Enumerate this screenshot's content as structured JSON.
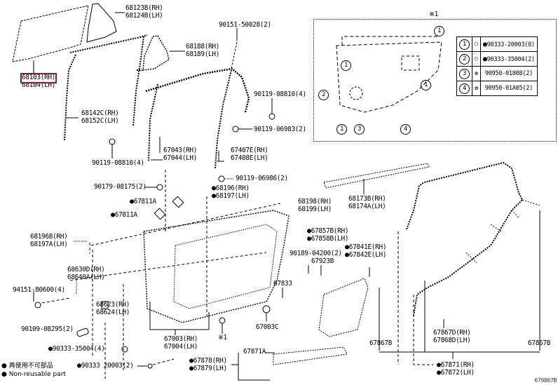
{
  "diagram": {
    "title": "Rear Door Glass, Weatherstrip & Panel Parts",
    "inset_marker": "※1",
    "highlighted_part": "68103(RH)",
    "reference_code": "679807B",
    "labels": {
      "p68123": [
        "68123B(RH)",
        "68124B(LH)"
      ],
      "p68103": [
        "68103(RH)",
        "68104(LH)"
      ],
      "p68142": [
        "68142C(RH)",
        "68152C(LH)"
      ],
      "p68188": [
        "68188(RH)",
        "68189(LH)"
      ],
      "p90151": [
        "90151-50028(2)"
      ],
      "p90119a": [
        "90119-08810(4)"
      ],
      "p90119b": [
        "90119-06983(2)"
      ],
      "p90119c": [
        "90119-08810(4)"
      ],
      "p67043": [
        "67043(RH)",
        "67044(LH)"
      ],
      "p67407": [
        "67407E(RH)",
        "67408E(LH)"
      ],
      "p90179": [
        "90179-08175(2)"
      ],
      "p90119d": [
        "90119-06986(2)"
      ],
      "p68196": [
        "68196(RH)",
        "68197(LH)"
      ],
      "p67811a": [
        "67811A"
      ],
      "p67811b": [
        "67811A"
      ],
      "p68198": [
        "68198(RH)",
        "68199(LH)"
      ],
      "p68173": [
        "68173B(RH)",
        "68174A(LH)"
      ],
      "p68196b": [
        "68196B(RH)",
        "68197A(LH)"
      ],
      "p67857": [
        "67857B(RH)",
        "67858B(LH)"
      ],
      "p90189": [
        "90189-04200(2)"
      ],
      "p67923": [
        "67923B"
      ],
      "p67841": [
        "67841E(RH)",
        "67842E(LH)"
      ],
      "p68630": [
        "68630D(RH)",
        "68640A(LH)"
      ],
      "p94151": [
        "94151-80600(4)"
      ],
      "p68623": [
        "68623(RH)",
        "68624(LH)"
      ],
      "p67833": [
        "67833"
      ],
      "p90109": [
        "90109-08295(2)"
      ],
      "p67003c": [
        "67003C"
      ],
      "p90333a": [
        "90333-35004(4)"
      ],
      "p67003": [
        "67003(RH)",
        "67004(LH)"
      ],
      "p90333b": [
        "90333 20003(2)"
      ],
      "pNote1": [
        "※1"
      ],
      "p67871a": [
        "67871A"
      ],
      "p67878": [
        "67878(RH)",
        "67879(LH)"
      ],
      "p67867l": [
        "67867B"
      ],
      "p67867d": [
        "67867D(RH)",
        "67868D(LH)"
      ],
      "p67867r": [
        "67867B"
      ],
      "p67871": [
        "67871(RH)",
        "67872(LH)"
      ]
    },
    "dotted_labels": [
      "p68196",
      "p67811a",
      "p67811b",
      "p67857",
      "p67841",
      "p90333a",
      "p90333b",
      "p67878",
      "p67871"
    ],
    "legend_table": [
      {
        "num": "1",
        "part": "90333-20003(8)",
        "nonreusable": true
      },
      {
        "num": "2",
        "part": "90333-35004(2)",
        "nonreusable": true
      },
      {
        "num": "3",
        "part": "90950-01808(2)",
        "nonreusable": false
      },
      {
        "num": "4",
        "part": "90950-01A05(2)",
        "nonreusable": false
      }
    ],
    "inset_callouts": [
      "1",
      "1",
      "1",
      "1",
      "2",
      "3",
      "4"
    ],
    "notes": {
      "jp": "● 再使用不可部品",
      "en": "● Non-reusable part"
    },
    "colors": {
      "highlight": "#8b1a3a",
      "ink": "#000000"
    }
  }
}
